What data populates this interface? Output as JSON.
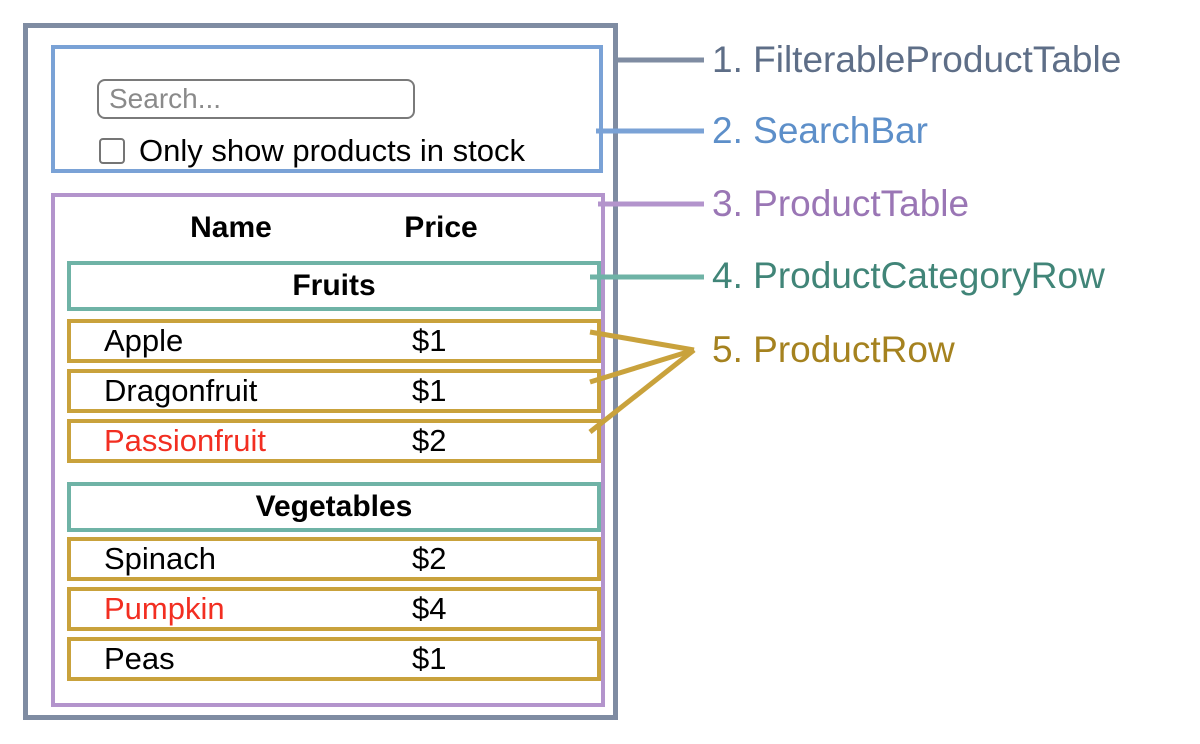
{
  "colors": {
    "slate": "#7f8ca2",
    "blue": "#7aa2d6",
    "purple": "#b394cc",
    "teal": "#6fb3a6",
    "gold": "#c9a23c",
    "red": "#f22e21",
    "label_slate": "#5e6e87",
    "label_blue": "#5d8fc9",
    "label_purple": "#9a76b5",
    "label_teal": "#418578",
    "label_gold": "#a5821f"
  },
  "search_bar": {
    "placeholder": "Search...",
    "checkbox_label": "Only show products in stock",
    "checkbox_checked": false
  },
  "table": {
    "headers": [
      "Name",
      "Price"
    ],
    "sections": [
      {
        "category": "Fruits",
        "rows": [
          {
            "name": "Apple",
            "price": "$1",
            "name_color": "black"
          },
          {
            "name": "Dragonfruit",
            "price": "$1",
            "name_color": "black"
          },
          {
            "name": "Passionfruit",
            "price": "$2",
            "name_color": "red"
          }
        ]
      },
      {
        "category": "Vegetables",
        "rows": [
          {
            "name": "Spinach",
            "price": "$2",
            "name_color": "black"
          },
          {
            "name": "Pumpkin",
            "price": "$4",
            "name_color": "red"
          },
          {
            "name": "Peas",
            "price": "$1",
            "name_color": "black"
          }
        ]
      }
    ]
  },
  "annotations": [
    {
      "label": "1. FilterableProductTable",
      "color": "#5e6e87"
    },
    {
      "label": "2. SearchBar",
      "color": "#5d8fc9"
    },
    {
      "label": "3. ProductTable",
      "color": "#9a76b5"
    },
    {
      "label": "4. ProductCategoryRow",
      "color": "#418578"
    },
    {
      "label": "5. ProductRow",
      "color": "#a5821f"
    }
  ]
}
